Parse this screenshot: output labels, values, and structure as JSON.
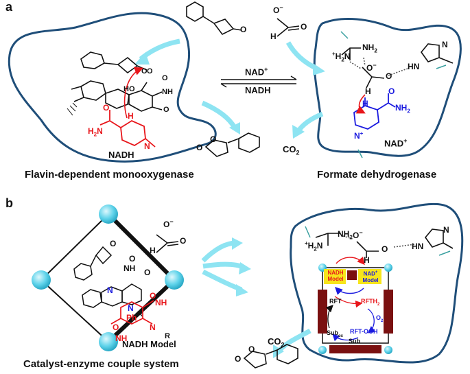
{
  "panels": {
    "a": {
      "label": "a",
      "left_caption": "Flavin-dependent monooxygenase",
      "right_caption": "Formate dehydrogenase",
      "cofactor_top": "NAD",
      "cofactor_top_sup": "+",
      "cofactor_bottom": "NADH",
      "nadh_label": "NADH",
      "nad_label": "NAD",
      "nad_sup": "+",
      "co2": "CO",
      "co2_sub": "2",
      "o_minus": "O",
      "h": "H",
      "o": "O",
      "hn": "HN",
      "n": "N",
      "nh2": "NH",
      "h2n": "H",
      "nh": "NH",
      "ho": "HO",
      "h2n_amide": "H",
      "o_amide": "O"
    },
    "b": {
      "label": "b",
      "left_caption": "Catalyst-enzyme couple system",
      "nadh_model_caption": "NADH Model",
      "co2": "CO",
      "co2_sub": "2",
      "nadh_model_box": "NADH Model",
      "nad_model_box_line1": "NAD",
      "nad_model_box_sup": "+",
      "nad_model_box_line2": "Model",
      "rft": "RFT",
      "rfth2": "RFTH",
      "rft_ooh": "RFT-OOH",
      "o2": "O",
      "sub_ox": "Sub",
      "sub_ox_sub": "ox",
      "sub": "Sub",
      "ph": "Ph",
      "r": "R",
      "nh": "NH",
      "n": "N",
      "o": "O",
      "h": "H",
      "hn": "HN",
      "nh2": "NH",
      "h2n": "H"
    }
  },
  "colors": {
    "pocket": "#1f4e79",
    "arrow": "#8ee4f2",
    "red": "#e8161b",
    "blue": "#1a1adf",
    "dark_red": "#7a1010",
    "highlight": "#f7e51b",
    "sphere": "#5fd3ea"
  }
}
